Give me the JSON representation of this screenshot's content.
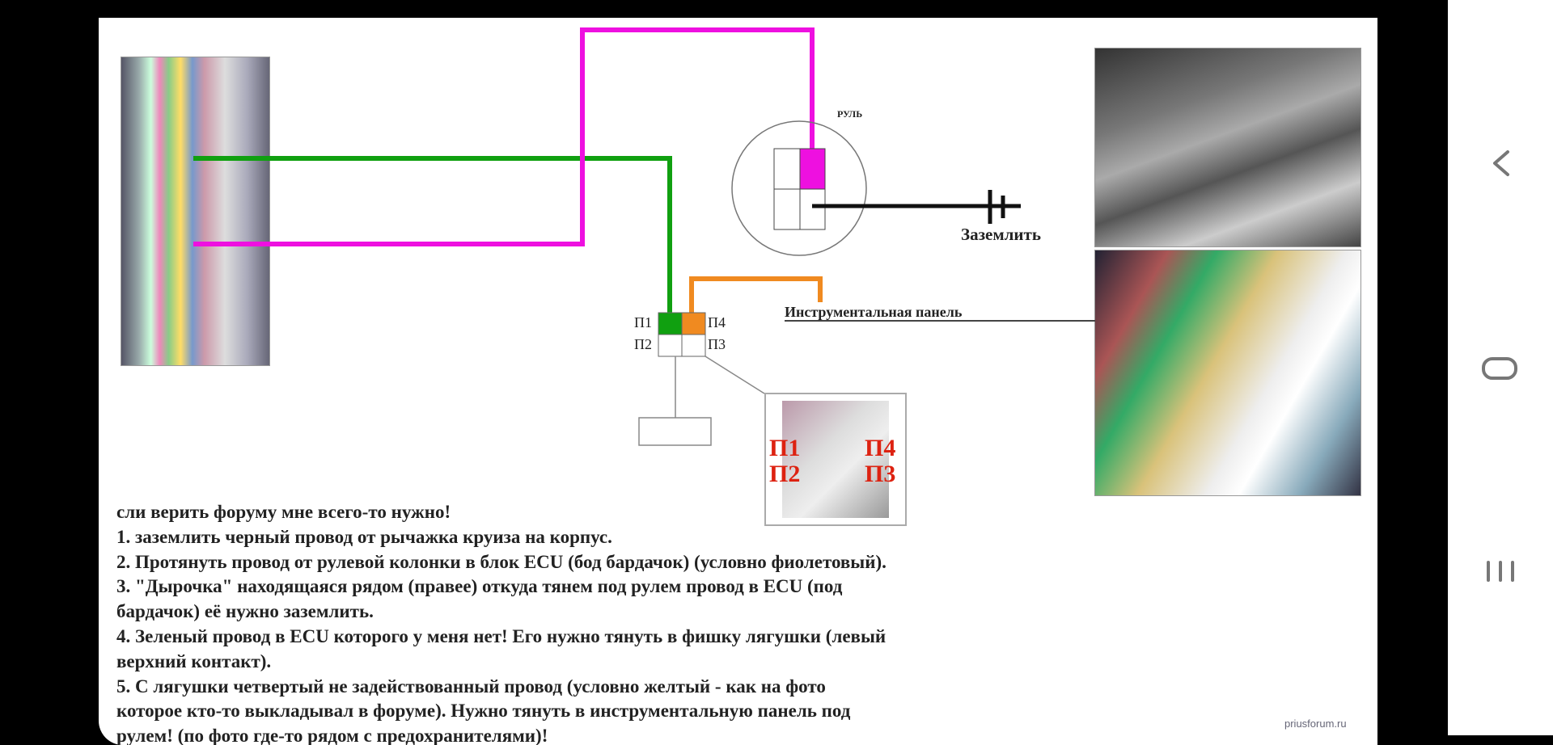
{
  "diagram": {
    "steering_label": "РУЛЬ",
    "ground_label": "Заземлить",
    "panel_label": "Инструментальная панель",
    "pins": [
      "П1",
      "П2",
      "П3",
      "П4"
    ],
    "photo_pins": [
      "П1",
      "П2",
      "П3",
      "П4"
    ],
    "colors": {
      "green": "#10a010",
      "magenta": "#ee10e0",
      "orange": "#f08a20",
      "black": "#111111"
    }
  },
  "instructions": [
    "сли верить форуму мне всего-то нужно!",
    "1. заземлить черный провод от рычажка круиза на корпус.",
    "2. Протянуть провод от рулевой колонки в блок ECU (бод бардачок) (условно фиолетовый).",
    "3. \"Дырочка\" находящаяся рядом (правее) откуда тянем под рулем провод в ECU (под",
    "бардачок) её нужно заземлить.",
    "4. Зеленый провод в ECU которого у меня нет! Его нужно тянуть в фишку лягушки (левый",
    "верхний контакт).",
    "5. С лягушки четвертый не задействованный провод (условно желтый - как на фото",
    "которое кто-то выкладывал в форуме). Нужно тянуть в инструментальную панель под",
    "рулем! (по фото где-то рядом с предохранителями)!"
  ],
  "watermark": "priusforum.ru",
  "navbar": {
    "back": "back-icon",
    "home": "home-icon",
    "recents": "recents-icon"
  }
}
